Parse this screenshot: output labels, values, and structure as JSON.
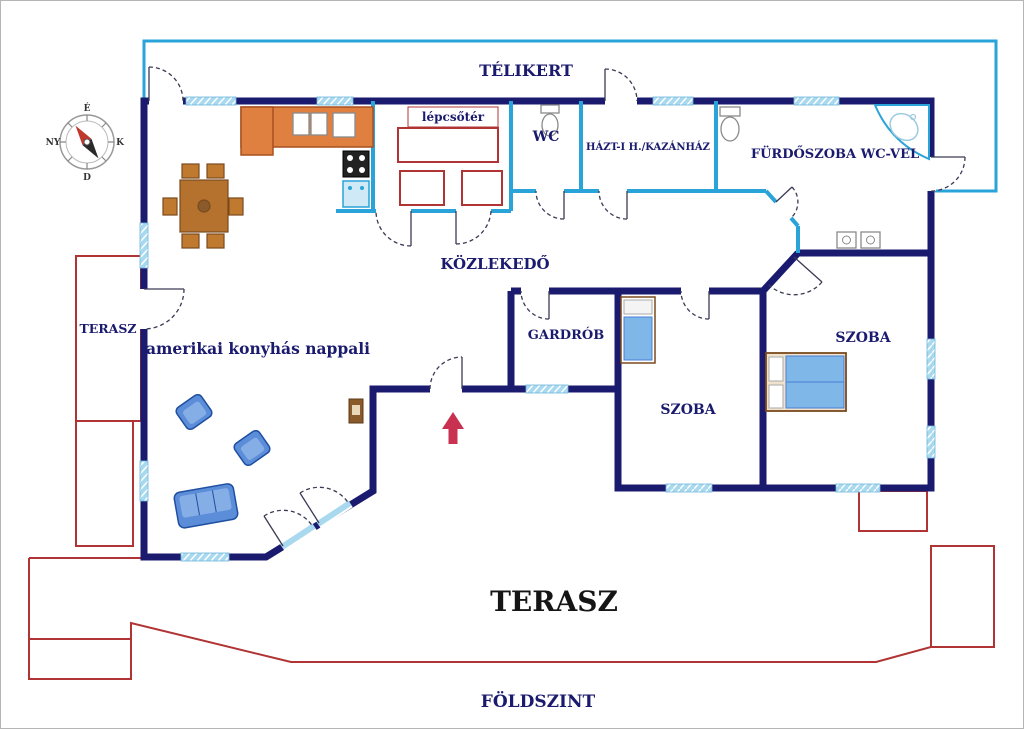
{
  "labels": {
    "telikert": "TÉLIKERT",
    "lepcsoter": "lépcsőtér",
    "wc": "WC",
    "kazanhaz": "HÁZT-I H./KAZÁNHÁZ",
    "furdoszoba": "FÜRDŐSZOBA WC-VEL",
    "kozlekedo": "KÖZLEKEDŐ",
    "gardrob": "GARDRÓB",
    "szoba_kozep": "SZOBA",
    "szoba_jobb": "SZOBA",
    "nappali": "amerikai konyhás nappali",
    "terasz_bal": "TERASZ",
    "terasz_also": "TERASZ",
    "foldszint": "FÖLDSZINT"
  },
  "compass": {
    "north": "É",
    "east": "K",
    "south": "D",
    "west": "NY"
  },
  "colors": {
    "exterior_wall": "#1a1a6e",
    "interior_wall": "#2aa3d8",
    "terrace_outline": "#b03434",
    "kitchen_counter": "#e08040",
    "furniture_blue": "#5b8dd9",
    "bed_blanket": "#7fb7e8",
    "entrance_arrow": "#c83250",
    "window_fill": "#a9d9ef"
  }
}
